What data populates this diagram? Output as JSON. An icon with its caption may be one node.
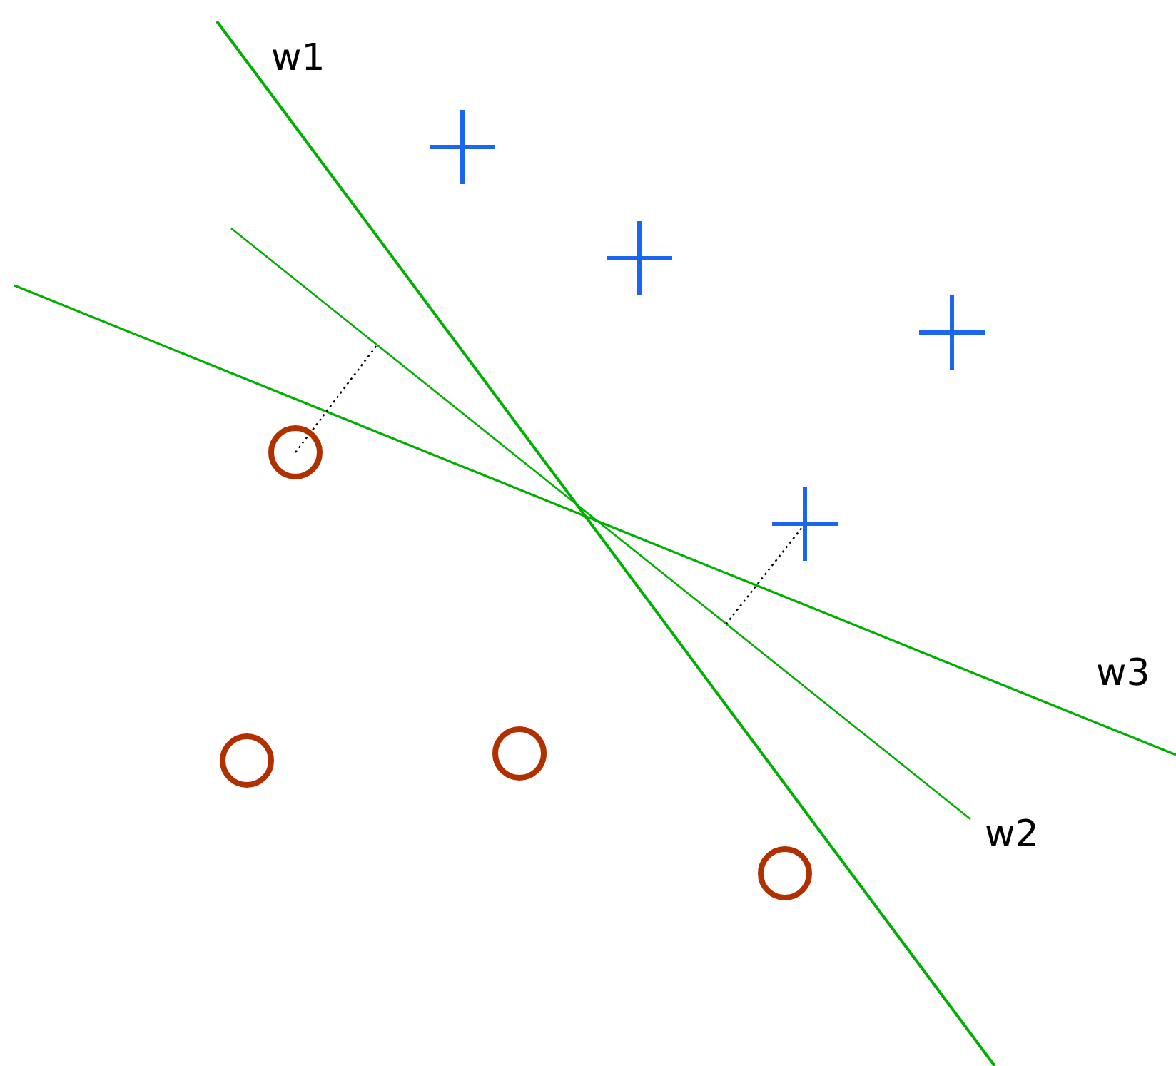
{
  "diagram": {
    "labels": [
      "w1",
      "w2",
      "w3"
    ]
  }
}
